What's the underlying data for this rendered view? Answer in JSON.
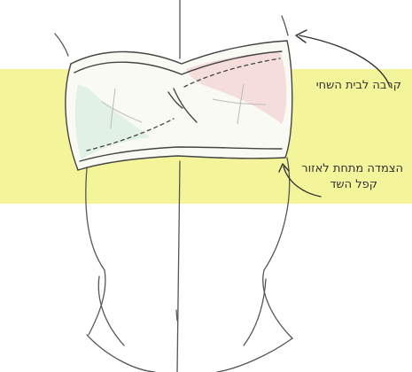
{
  "annotations": {
    "top_label": "קרבה לבית השחי",
    "bottom_label_line1": "הצמדה מתחת לאזור",
    "bottom_label_line2": "קפל השד"
  },
  "colors": {
    "highlight": "#f4f59a",
    "pink_tint": "#f2d3d3",
    "green_tint": "#dceee3",
    "line": "#444444"
  }
}
